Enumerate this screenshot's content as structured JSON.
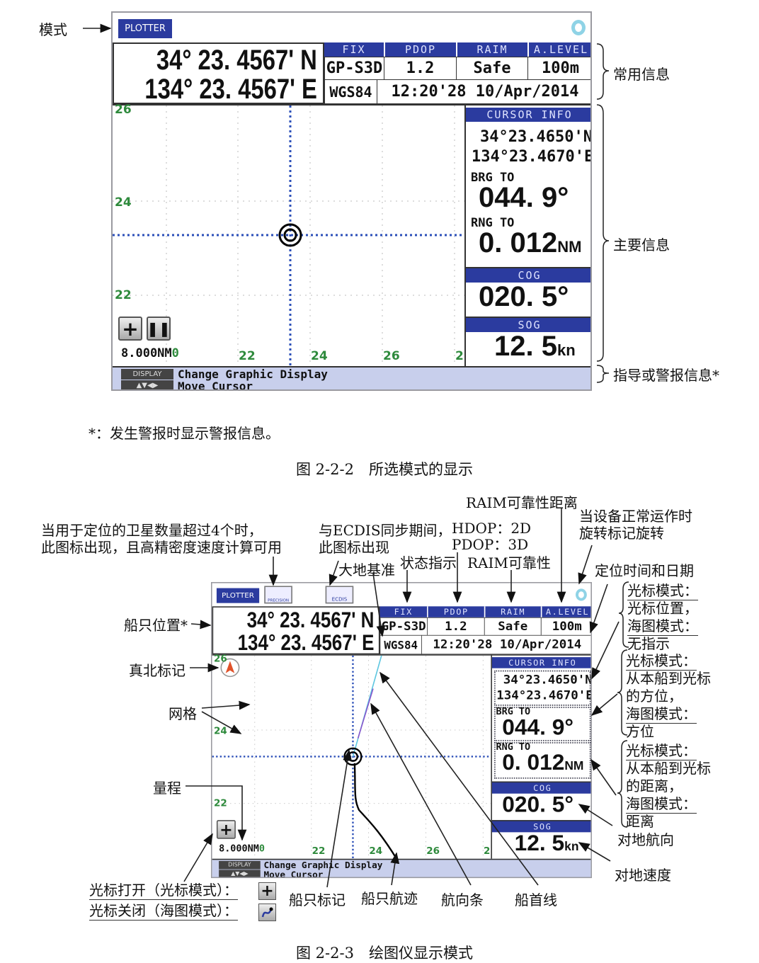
{
  "screen": {
    "mode": "PLOTTER",
    "lat": "34° 23. 4567' N",
    "lon": "134° 23. 4567' E",
    "status_headers": [
      "FIX",
      "PDOP",
      "RAIM",
      "A.LEVEL"
    ],
    "status_values": [
      "GP-S3D",
      "1.2",
      "Safe",
      "100m"
    ],
    "datum": "WGS84",
    "fix_time": "12:20'28 10/Apr/2014",
    "cursor_info_label": "CURSOR INFO",
    "cursor_lat": "34°23.4650'N",
    "cursor_lon": "134°23.4670'E",
    "brg_label": "BRG TO",
    "brg_value": "044. 9°",
    "rng_label": "RNG TO",
    "rng_value": "0. 012",
    "rng_unit": "NM",
    "cog_label": "COG",
    "cog_value": "020. 5°",
    "sog_label": "SOG",
    "sog_value": "12. 5",
    "sog_unit": "kn",
    "grid_labels_left": [
      "26",
      "24",
      "22"
    ],
    "grid_labels_bottom": [
      "22",
      "24",
      "26",
      "2"
    ],
    "range": "8.000NM",
    "range_suffix": "0",
    "display_key": "DISPLAY",
    "arrow_keys": "▲▼◀▶",
    "guide_line1": "Change Graphic Display",
    "guide_line2": "Move Cursor",
    "precision_icon_text": "PRECISION",
    "ecdis_icon_text": "ECDIS"
  },
  "figure1": {
    "mode_label": "模式",
    "common_info": "常用信息",
    "main_info": "主要信息",
    "guide_info": "指导或警报信息*",
    "footnote": "*：发生警报时显示警报信息。",
    "caption": "图 2-2-2　所选模式的显示"
  },
  "figure2": {
    "raim_distance": "RAIM可靠性距离",
    "spin_note": [
      "当设备正常运作时",
      "旋转标记旋转"
    ],
    "precision_note": [
      "当用于定位的卫星数量超过4个时，",
      "此图标出现，且高精密度速度计算可用"
    ],
    "ecdis_note": [
      "与ECDIS同步期间，",
      "此图标出现"
    ],
    "dop_note": [
      "HDOP：2D",
      "PDOP：3D"
    ],
    "datum": "大地基准",
    "status_indicator": "状态指示",
    "raim_reliability": "RAIM可靠性",
    "fix_time_date": "定位时间和日期",
    "cursor_pos_group": [
      "光标模式：",
      "光标位置，",
      "海图模式：",
      "无指示"
    ],
    "bearing_group": [
      "光标模式：",
      "从本船到光标",
      "的方位，",
      "海图模式：",
      "方位"
    ],
    "range_group": [
      "光标模式：",
      "从本船到光标",
      "的距离，",
      "海图模式：",
      "距离"
    ],
    "cog": "对地航向",
    "sog": "对地速度",
    "ship_position": "船只位置*",
    "north_mark": "真北标记",
    "grid": "网格",
    "range": "量程",
    "cursor_on": "光标打开（光标模式）：",
    "cursor_off": "光标关闭（海图模式）：",
    "ship_mark": "船只标记",
    "ship_track": "船只航迹",
    "course_bar": "航向条",
    "heading_line": "船首线",
    "caption": "图 2-2-3　绘图仪显示模式"
  }
}
